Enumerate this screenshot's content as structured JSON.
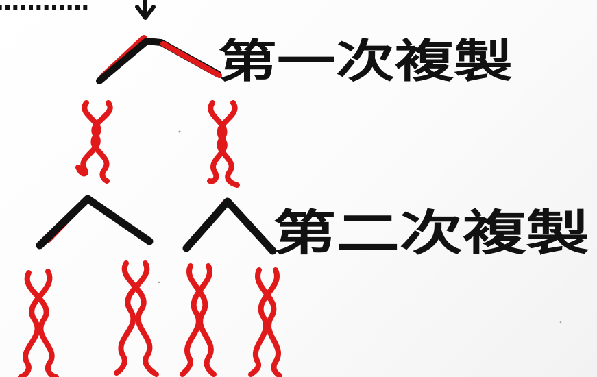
{
  "labels": {
    "top_fragment": "…………",
    "first_replication": "第一次複製",
    "second_replication": "第二次複製"
  },
  "colors": {
    "ink": "#111111",
    "dna_strand": "#e01a1a",
    "paper": "#ffffff"
  },
  "counts": {
    "first_generation_molecules": 2,
    "second_generation_molecules": 4
  }
}
